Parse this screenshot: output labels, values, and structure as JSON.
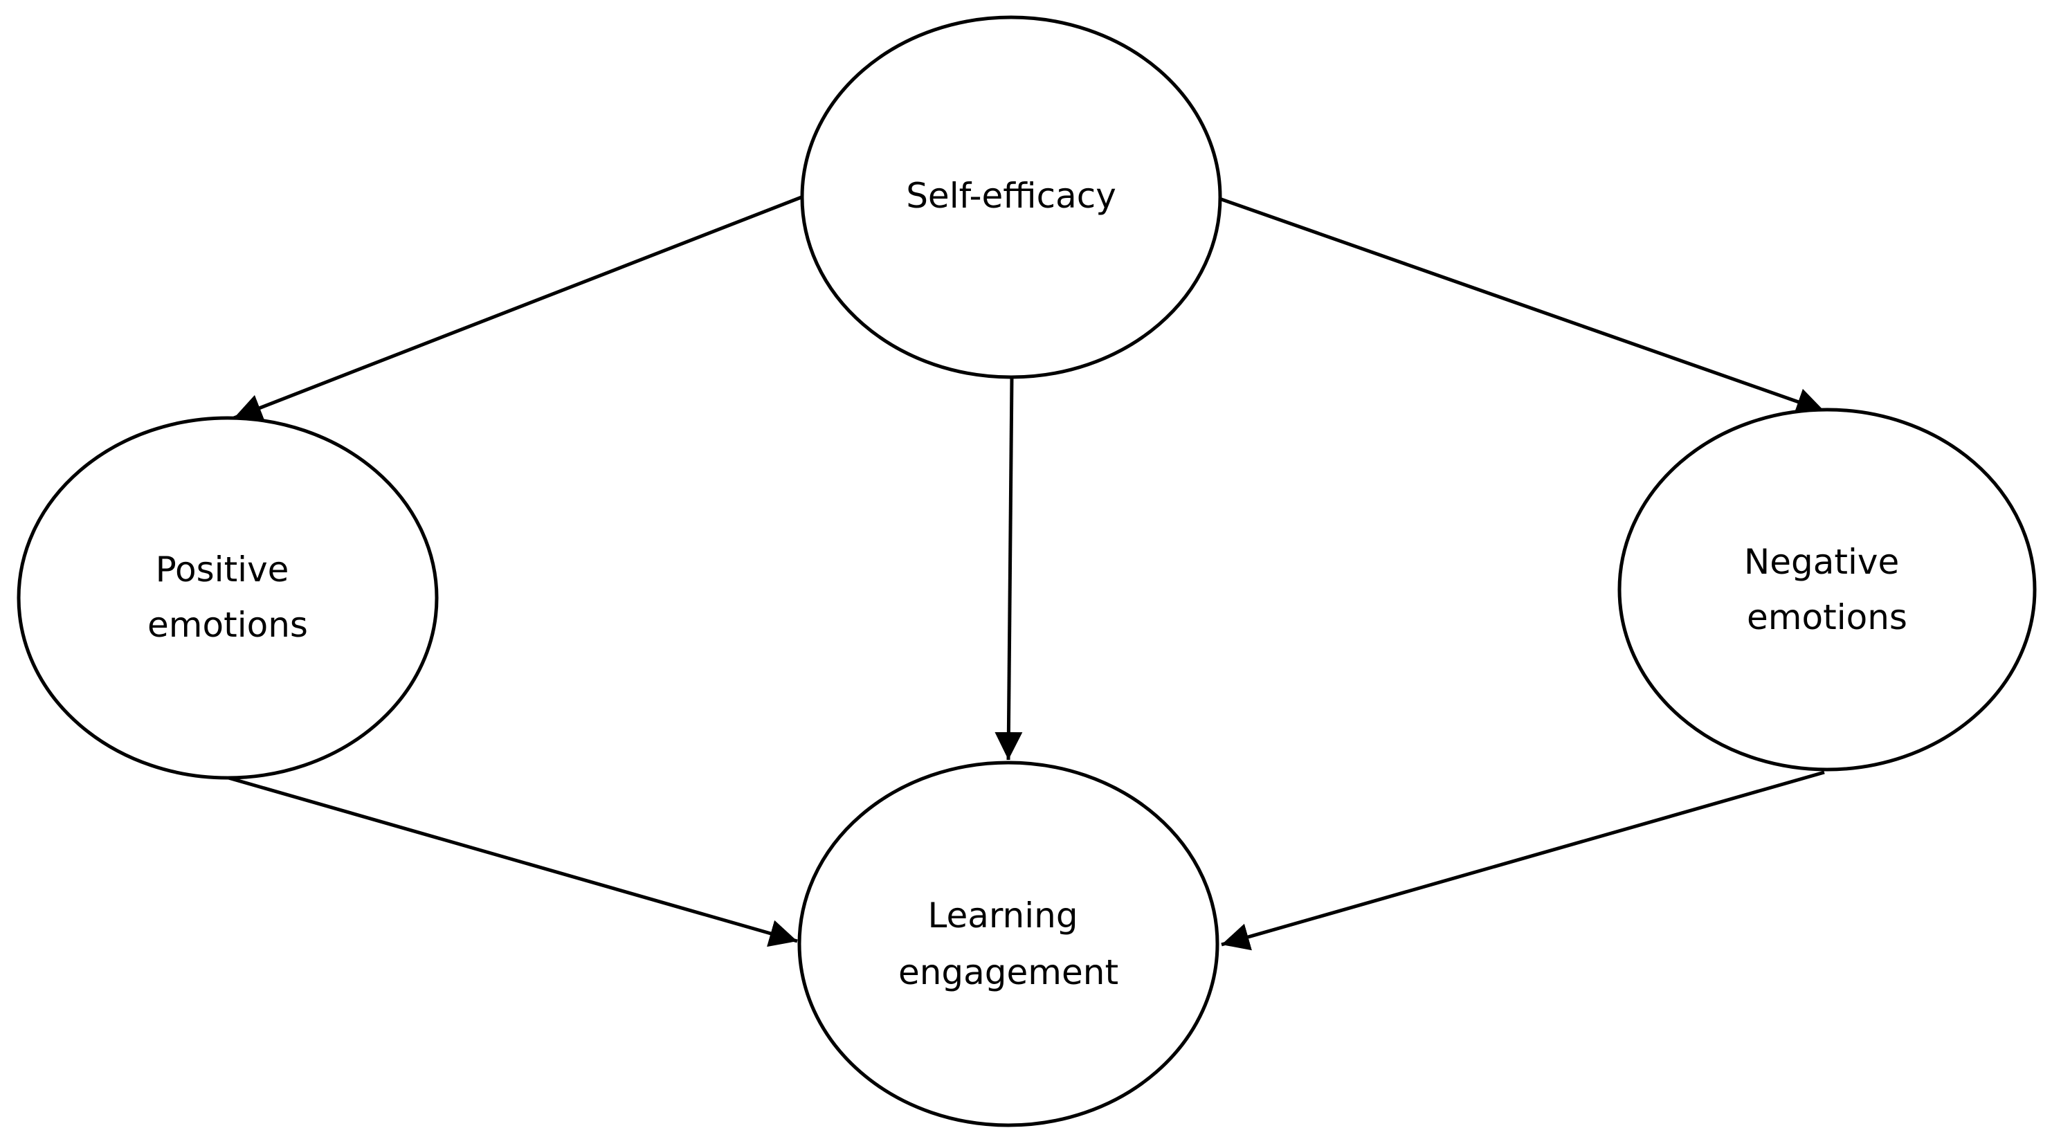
{
  "diagram": {
    "nodes": {
      "self_efficacy": {
        "lines": [
          "Self-efficacy"
        ]
      },
      "positive_emotions": {
        "lines": [
          "Positive",
          "emotions"
        ]
      },
      "negative_emotions": {
        "lines": [
          "Negative",
          "emotions"
        ]
      },
      "learning_engagement": {
        "lines": [
          "Learning",
          "engagement"
        ]
      }
    },
    "edges": [
      {
        "from": "self_efficacy",
        "to": "positive_emotions"
      },
      {
        "from": "self_efficacy",
        "to": "negative_emotions"
      },
      {
        "from": "self_efficacy",
        "to": "learning_engagement"
      },
      {
        "from": "positive_emotions",
        "to": "learning_engagement"
      },
      {
        "from": "negative_emotions",
        "to": "learning_engagement"
      }
    ],
    "colors": {
      "stroke": "#000000",
      "fill": "#ffffff",
      "text": "#000000"
    }
  }
}
